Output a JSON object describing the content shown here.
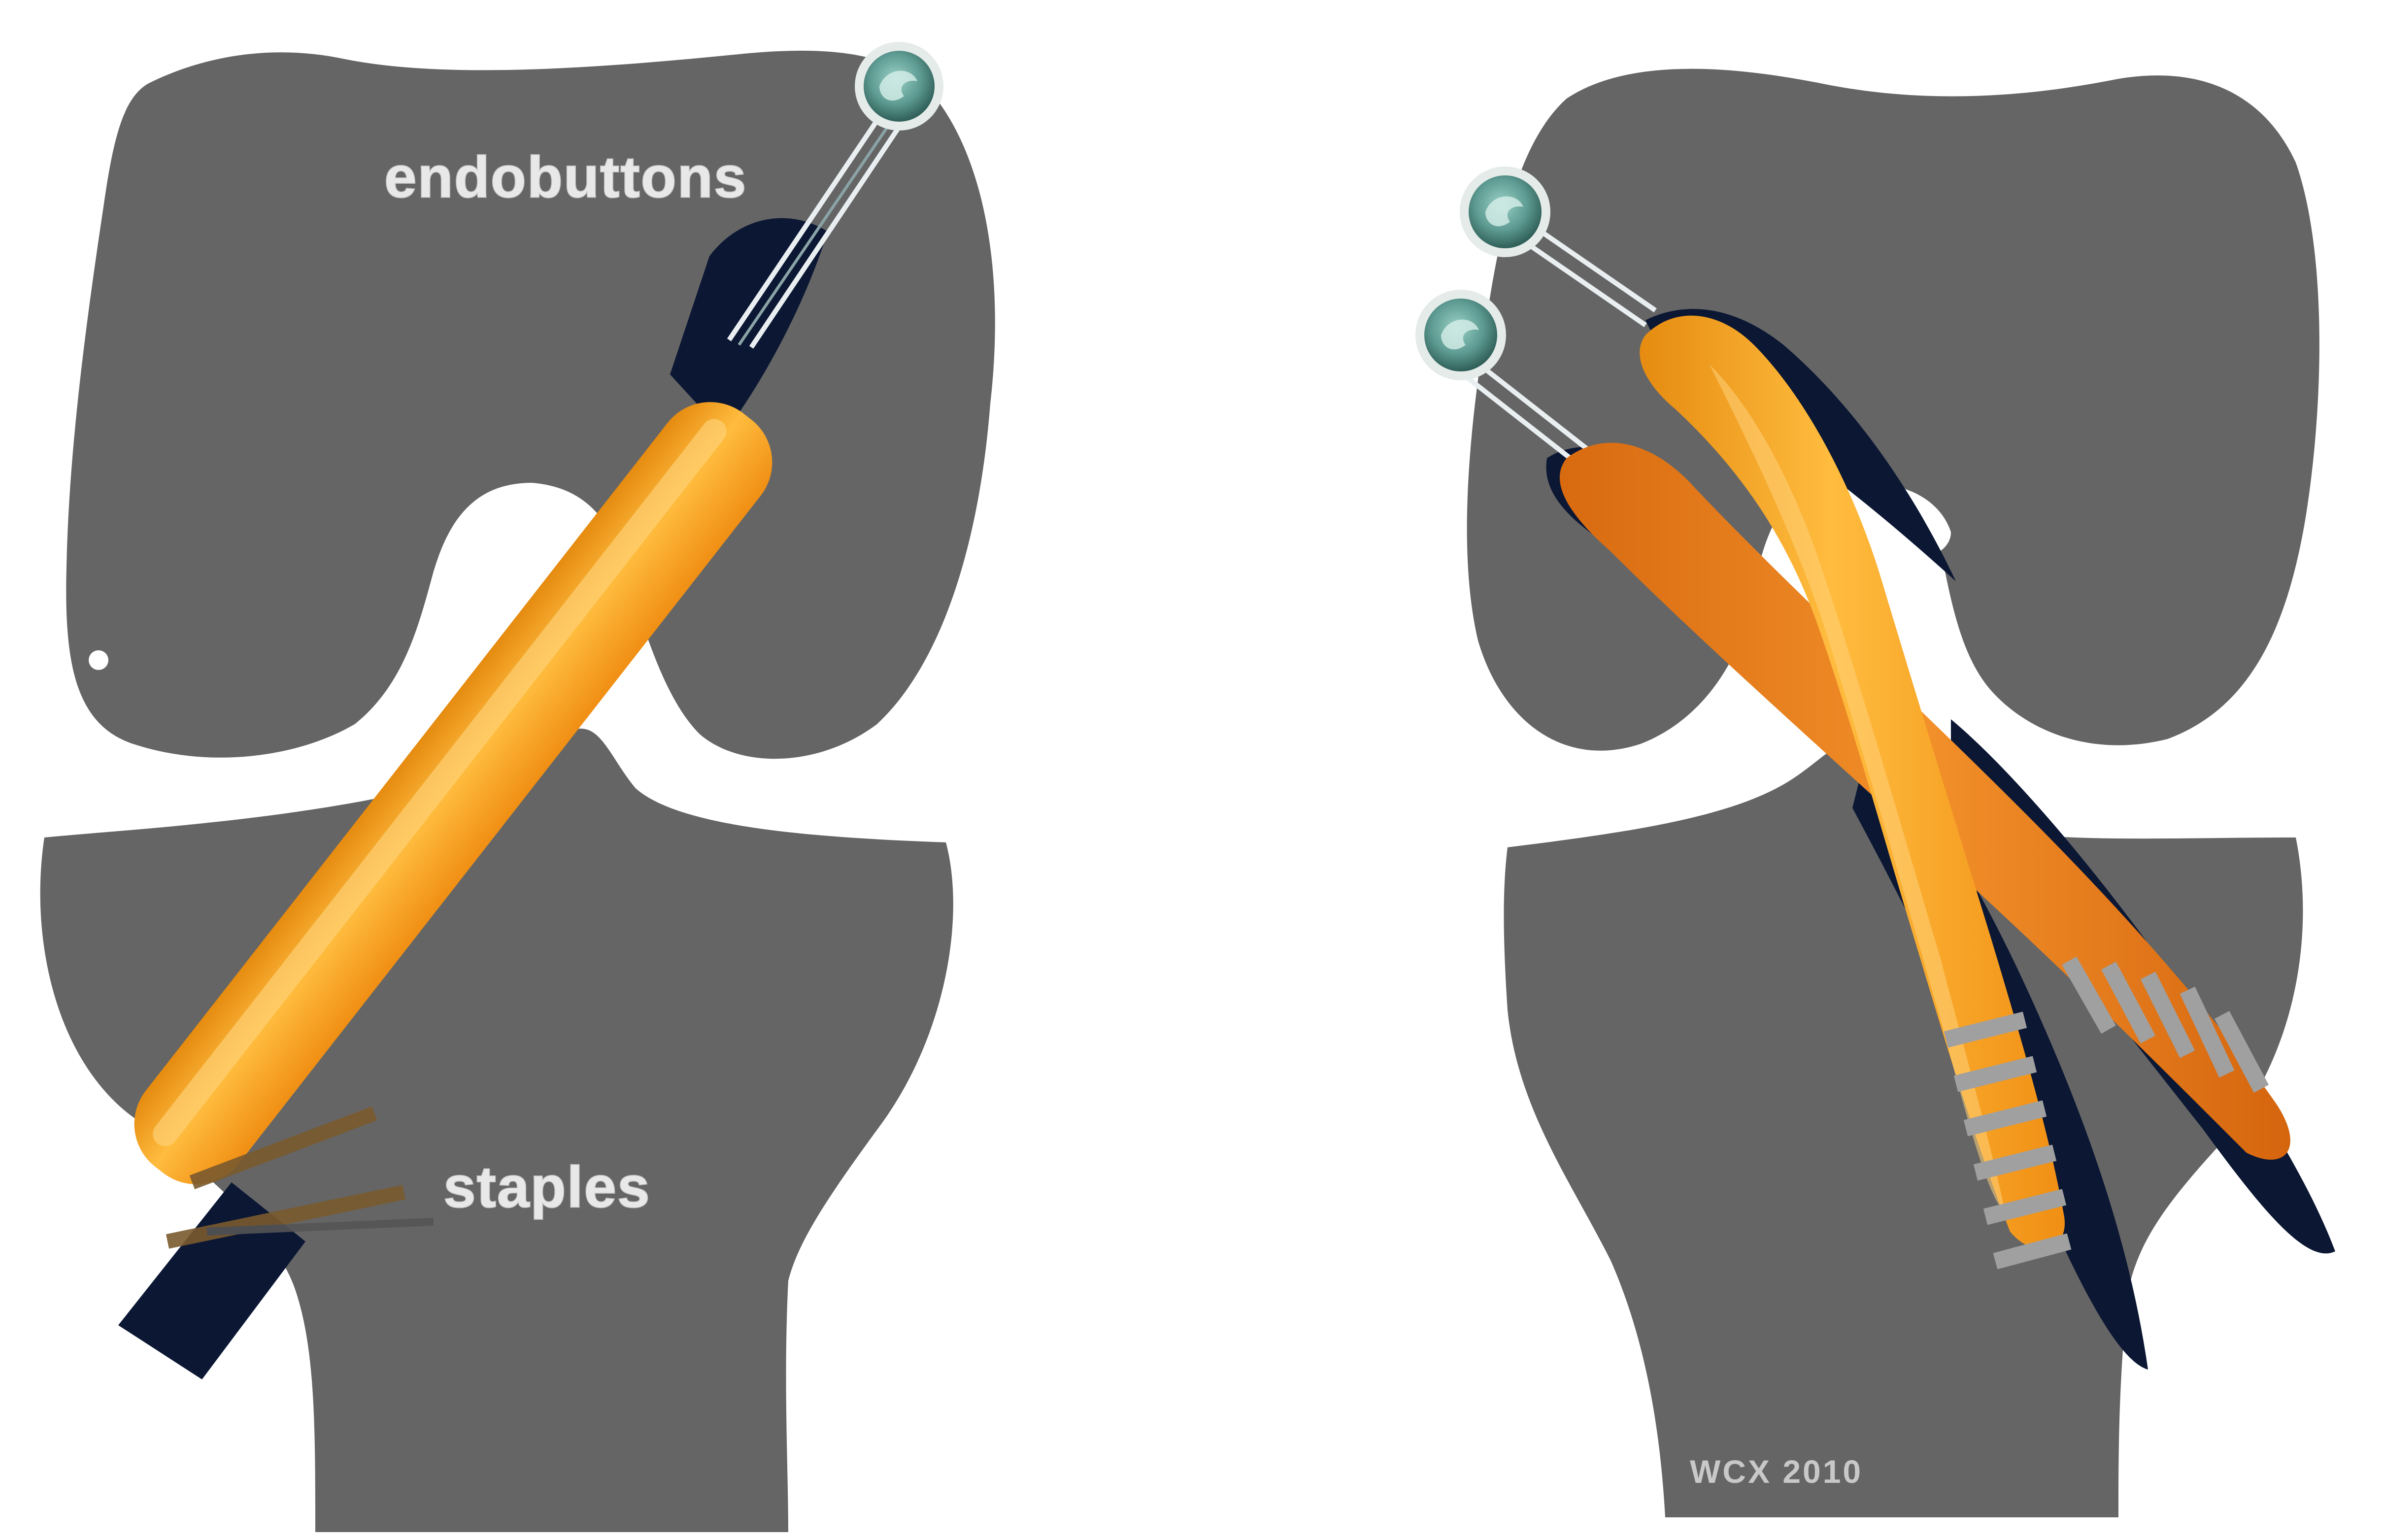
{
  "figure": {
    "labels": {
      "endobuttons": "endobuttons",
      "staples": "staples",
      "copyright": "WCX 2010"
    },
    "colors": {
      "bone": "#656565",
      "background": "#ffffff",
      "graft_main": "#f7a11c",
      "graft_highlight": "#ffc24d",
      "graft_secondary": "#ea7e1a",
      "tunnel_dark": "#0b1733",
      "endobutton": "#5f9b93",
      "staple": "#a0a0a0"
    },
    "panels": [
      {
        "name": "single-bundle",
        "icons": [
          "femur-icon",
          "tibia-icon",
          "graft-icon",
          "endobutton-icon",
          "staple-icon"
        ]
      },
      {
        "name": "double-bundle",
        "icons": [
          "femur-icon",
          "tibia-icon",
          "graft-icon",
          "endobutton-icon",
          "staple-icon"
        ]
      }
    ]
  }
}
